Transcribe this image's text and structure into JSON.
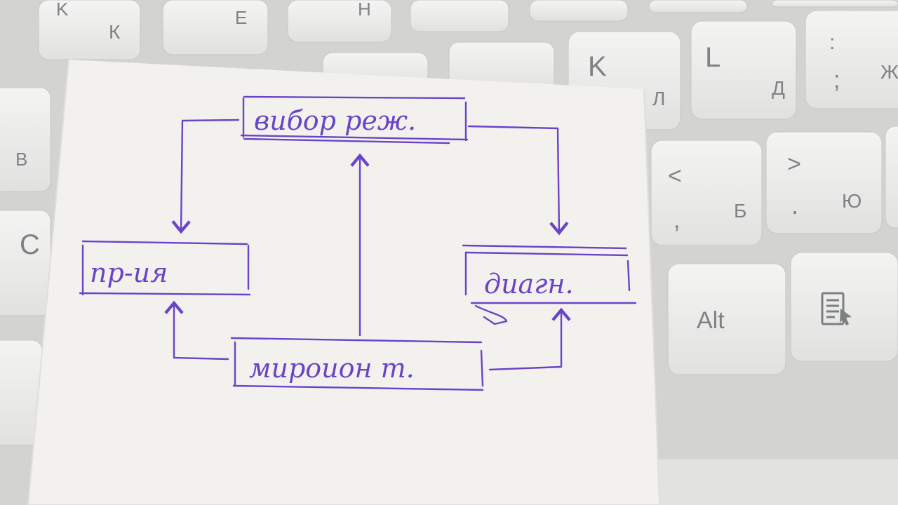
{
  "keyboard": {
    "keys": [
      {
        "id": "key-k-top",
        "latin": "K",
        "cyr": "К"
      },
      {
        "id": "key-e-top",
        "latin": "",
        "cyr": "Е"
      },
      {
        "id": "key-n-top",
        "latin": "",
        "cyr": "Н"
      },
      {
        "id": "key-b-left",
        "latin": "",
        "cyr": "В"
      },
      {
        "id": "key-c-left",
        "latin": "C",
        "cyr": ""
      },
      {
        "id": "key-h-mid",
        "latin": "",
        "cyr": ""
      },
      {
        "id": "key-i-mid",
        "latin": "",
        "cyr": ""
      },
      {
        "id": "key-k",
        "latin": "K",
        "cyr": "Л"
      },
      {
        "id": "key-l",
        "latin": "L",
        "cyr": "Д"
      },
      {
        "id": "key-semicolon",
        "latin": ":",
        "cyr": "Ж",
        "lower": ";"
      },
      {
        "id": "key-comma",
        "latin": "<",
        "cyr": "Б",
        "lower": ","
      },
      {
        "id": "key-period",
        "latin": ">",
        "cyr": "Ю",
        "lower": "."
      },
      {
        "id": "key-alt",
        "latin": "Alt",
        "cyr": ""
      },
      {
        "id": "key-menu",
        "latin": "",
        "cyr": ""
      }
    ]
  },
  "note": {
    "boxes": {
      "top": "вибор реж.",
      "left": "пр-ия",
      "right": "диагн.",
      "bottom": "мироион т."
    },
    "ink_color": "#6a44c8",
    "paper_color": "#f3f2ef"
  },
  "icons": {
    "menu_key_icon": "document-cursor-icon"
  }
}
